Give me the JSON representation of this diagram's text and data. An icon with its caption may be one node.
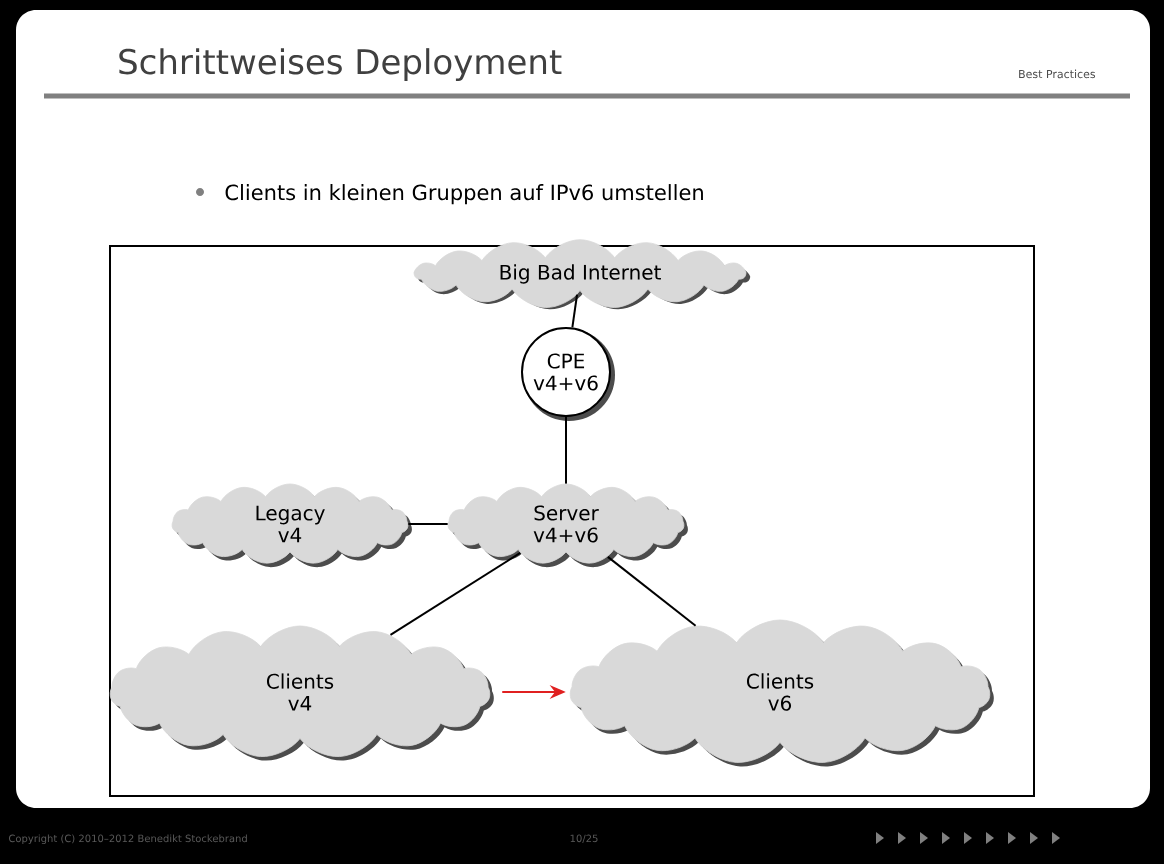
{
  "diagram": {
    "title": "Schrittweises Deployment",
    "nodes": [
      {
        "text": [
          "Big Bad Internet"
        ]
      },
      {
        "text": [
          "CPE",
          "v4+v6"
        ]
      },
      {
        "text": [
          "Legacy",
          "v4"
        ]
      },
      {
        "text": [
          "Server",
          "v4+v6"
        ]
      },
      {
        "text": [
          "Clients",
          "v4"
        ]
      },
      {
        "text": [
          "Clients",
          "v6"
        ]
      }
    ],
    "edges": [
      {
        "from": 0,
        "to": 1,
        "arrow": "none"
      },
      {
        "from": 1,
        "to": 3,
        "arrow": "none"
      },
      {
        "from": 2,
        "to": 3,
        "arrow": "none"
      },
      {
        "from": 3,
        "to": 4,
        "arrow": "none"
      },
      {
        "from": 3,
        "to": 5,
        "arrow": "none"
      },
      {
        "from": 4,
        "to": 5,
        "arrow": "to",
        "color": "#e02020"
      }
    ],
    "labels": [
      "Best Practices",
      "Clients in kleinen Gruppen auf IPv6 umstellen",
      "Copyright (C) 2010–2012 Benedikt Stockebrand",
      "10/25"
    ]
  }
}
